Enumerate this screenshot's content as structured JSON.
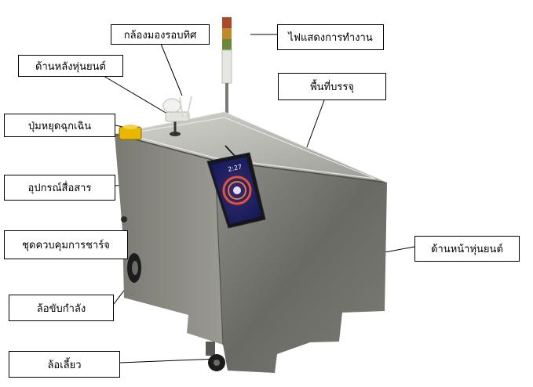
{
  "labels": {
    "camera": "กล้องมองรอบทิศ",
    "status_light": "ไฟแสดงการทำงาน",
    "rear_side": "ด้านหลังหุ่นยนต์",
    "storage_area": "พื้นที่บรรจุ",
    "emergency_stop": "ปุ่มหยุดฉุกเฉิน",
    "communication_device": "อุปกรณ์สื่อสาร",
    "charging_control": "ชุดควบคุมการชาร์จ",
    "front_side": "ด้านหน้าหุ่นยนต์",
    "drive_wheel": "ล้อขับกำลัง",
    "caster_wheel": "ล้อเลี้ยว"
  },
  "tablet": {
    "clock": "2:27"
  },
  "colors": {
    "steel_light": "#c9c9c4",
    "steel_mid": "#8f8f88",
    "steel_dark": "#55554f",
    "button_yellow": "#e8b800",
    "screen_blue": "#1a2a7a",
    "screen_ring": "#e0543a"
  }
}
